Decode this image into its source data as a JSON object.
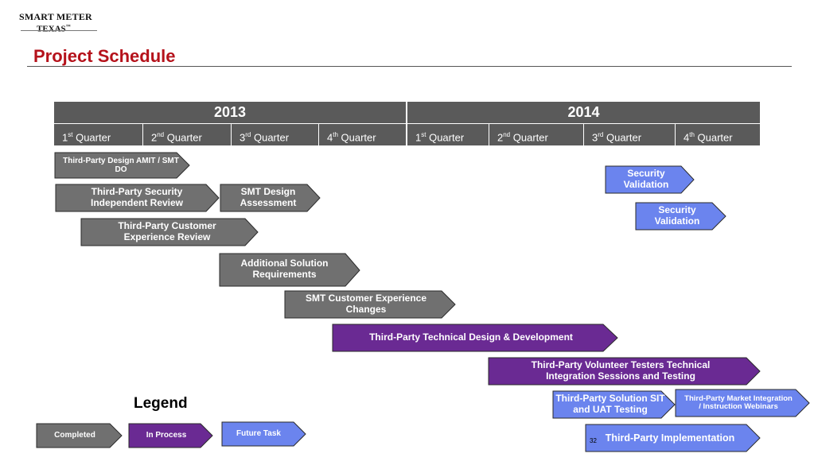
{
  "header": {
    "logo_line1": "SMART METER",
    "logo_line2": "TEXAS",
    "logo_tm": "™",
    "title": "Project Schedule"
  },
  "timeline": {
    "years": [
      "2013",
      "2014"
    ],
    "quarters": [
      {
        "num": "1",
        "suffix": "st",
        "label": " Quarter"
      },
      {
        "num": "2",
        "suffix": "nd",
        "label": " Quarter"
      },
      {
        "num": "3",
        "suffix": "rd",
        "label": " Quarter"
      },
      {
        "num": "4",
        "suffix": "th",
        "label": " Quarter"
      },
      {
        "num": "1",
        "suffix": "st",
        "label": " Quarter"
      },
      {
        "num": "2",
        "suffix": "nd",
        "label": " Quarter"
      },
      {
        "num": "3",
        "suffix": "rd",
        "label": " Quarter"
      },
      {
        "num": "4",
        "suffix": "th",
        "label": " Quarter"
      }
    ]
  },
  "colors": {
    "completed": "#707070",
    "in_process": "#6a2a93",
    "future": "#6b84ee",
    "stroke": "#2a2a2a"
  },
  "tasks": [
    {
      "label": "Third-Party Design AMIT / SMT DO",
      "status": "completed"
    },
    {
      "label": "Third-Party Security Independent Review",
      "status": "completed"
    },
    {
      "label": "SMT Design Assessment",
      "status": "completed"
    },
    {
      "label": "Third-Party Customer Experience Review",
      "status": "completed"
    },
    {
      "label": "Additional Solution Requirements",
      "status": "completed"
    },
    {
      "label": "SMT Customer  Experience Changes",
      "status": "completed"
    },
    {
      "label": "Third-Party Technical Design & Development",
      "status": "in_process"
    },
    {
      "label": "Third-Party Volunteer Testers Technical Integration Sessions and Testing",
      "status": "in_process"
    },
    {
      "label": "Security Validation",
      "status": "future"
    },
    {
      "label": "Security Validation",
      "status": "future"
    },
    {
      "label": "Third-Party Solution SIT and UAT Testing",
      "status": "future"
    },
    {
      "label": "Third-Party  Market Integration / Instruction Webinars",
      "status": "future"
    },
    {
      "label": "Third-Party Implementation",
      "status": "future"
    }
  ],
  "legend": {
    "title": "Legend",
    "completed": "Completed",
    "in_process": "In Process",
    "future": "Future Task"
  },
  "page_number": "32"
}
